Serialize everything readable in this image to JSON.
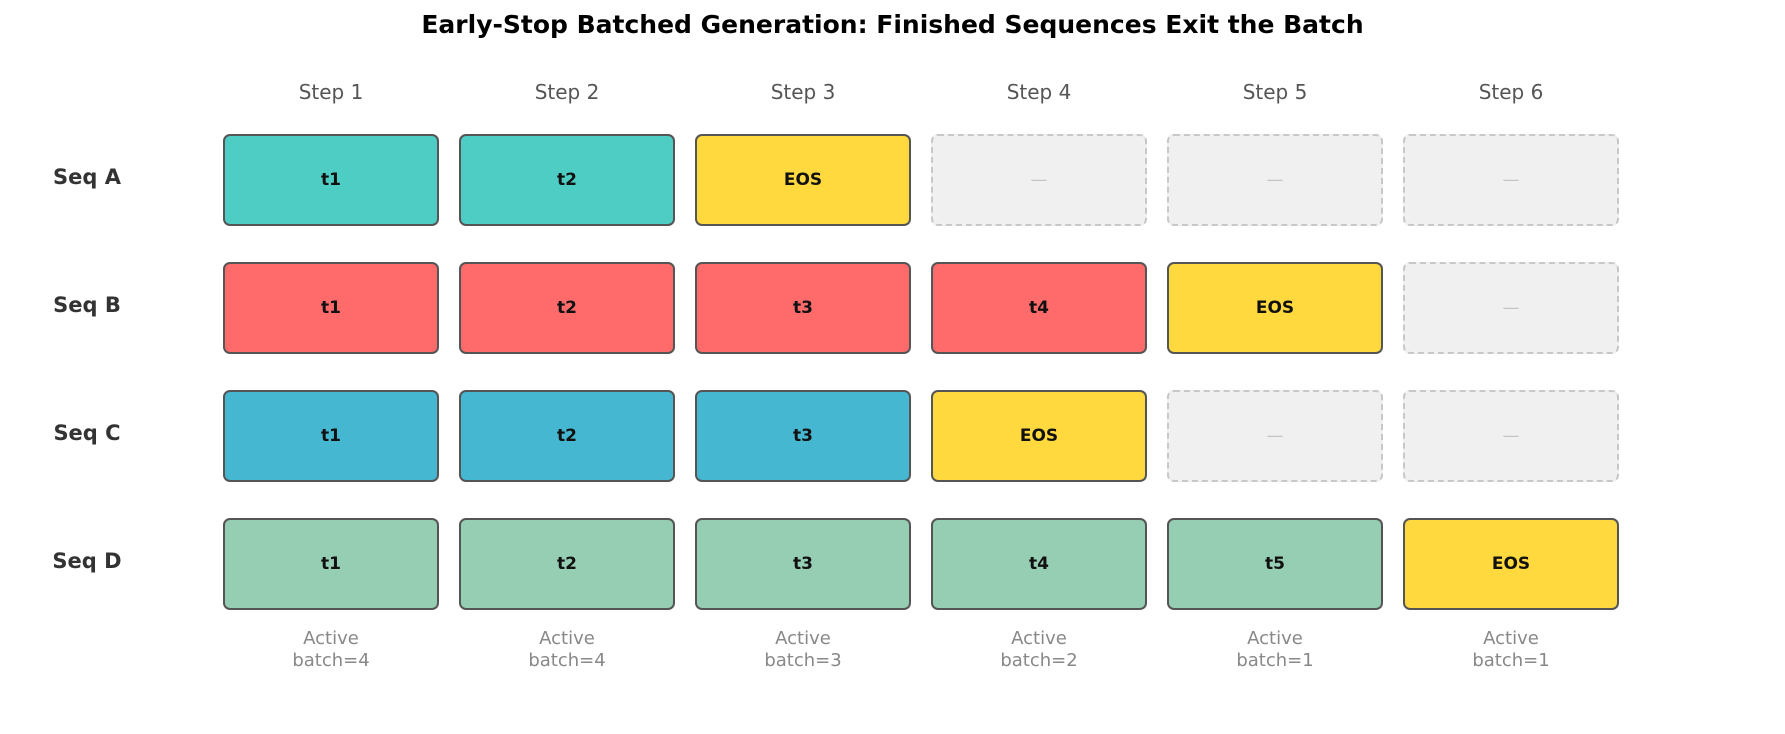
{
  "title": "Early-Stop Batched Generation: Finished Sequences Exit the Batch",
  "steps": [
    "Step 1",
    "Step 2",
    "Step 3",
    "Step 4",
    "Step 5",
    "Step 6"
  ],
  "sequences": [
    {
      "label": "Seq A",
      "color": "#4ecdc4",
      "cells": [
        "t1",
        "t2",
        "EOS",
        "—",
        "—",
        "—"
      ]
    },
    {
      "label": "Seq B",
      "color": "#ff6b6b",
      "cells": [
        "t1",
        "t2",
        "t3",
        "t4",
        "EOS",
        "—"
      ]
    },
    {
      "label": "Seq C",
      "color": "#45b7d1",
      "cells": [
        "t1",
        "t2",
        "t3",
        "EOS",
        "—",
        "—"
      ]
    },
    {
      "label": "Seq D",
      "color": "#96ceb4",
      "cells": [
        "t1",
        "t2",
        "t3",
        "t4",
        "t5",
        "EOS"
      ]
    }
  ],
  "eos_color": "#ffd93d",
  "active_batch": [
    {
      "line1": "Active",
      "line2": "batch=4"
    },
    {
      "line1": "Active",
      "line2": "batch=4"
    },
    {
      "line1": "Active",
      "line2": "batch=3"
    },
    {
      "line1": "Active",
      "line2": "batch=2"
    },
    {
      "line1": "Active",
      "line2": "batch=1"
    },
    {
      "line1": "Active",
      "line2": "batch=1"
    }
  ]
}
